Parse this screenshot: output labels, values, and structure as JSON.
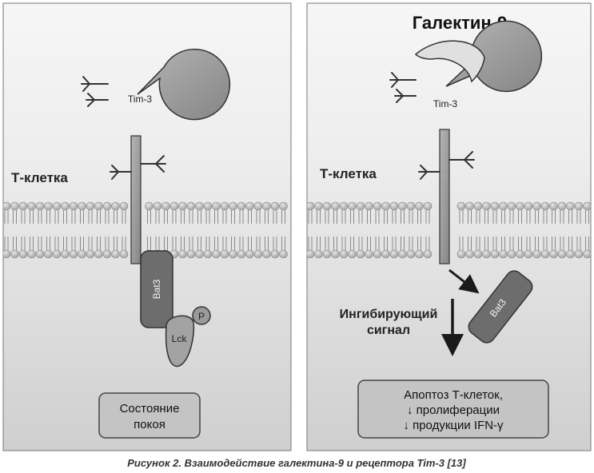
{
  "left_panel": {
    "receptor_label": "Tim-3",
    "cell_label": "Т-клетка",
    "adapter_label": "Bat3",
    "kinase_label": "Lck",
    "phospho_label": "P",
    "state_box": [
      "Состояние",
      "покоя"
    ]
  },
  "right_panel": {
    "ligand_label": "Галектин-9",
    "receptor_label": "Tim-3",
    "cell_label": "Т-клетка",
    "adapter_label": "Bat3",
    "signal_label": [
      "Ингибирующий",
      "сигнал"
    ],
    "outcome_box": [
      "Апоптоз Т-клеток,",
      "↓ пролиферации",
      "↓ продукции IFN-γ"
    ]
  },
  "caption": "Рисунок 2. Взаимодействие галектина-9 и рецептора Tim-3 [13]",
  "colors": {
    "panel_top": "#f4f4f4",
    "panel_bottom": "#d2d2d2",
    "receptor": "#9a9a9a",
    "lipid_head": "#c9c9c9",
    "adapter": "#6d6d6d",
    "box_fill": "#c4c4c4"
  }
}
